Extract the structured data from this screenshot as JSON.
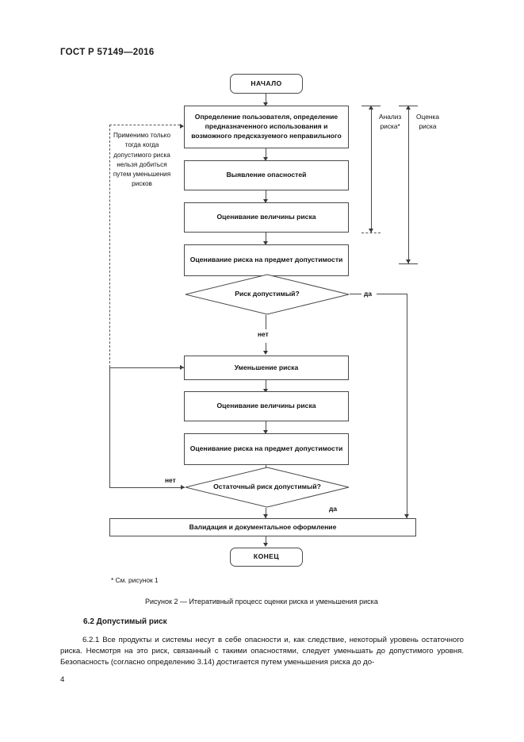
{
  "document": {
    "standard_header": "ГОСТ Р 57149—2016",
    "page_number": "4"
  },
  "figure": {
    "caption": "Рисунок  2 — Итеративный процесс оценки риска и уменьшения риска",
    "footnote": "* См. рисунок 1",
    "nodes": {
      "start": "НАЧАЛО",
      "define_user": "Определение пользователя, определение предназначенного использования и возможного предсказуемого неправильного",
      "identify_hazards": "Выявление опасностей",
      "estimate_risk_1": "Оценивание величины риска",
      "evaluate_risk_1": "Оценивание риска на предмет допустимости",
      "decision_1": "Риск допустимый?",
      "reduce_risk": "Уменьшение риска",
      "estimate_risk_2": "Оценивание величины риска",
      "evaluate_risk_2": "Оценивание риска на предмет допустимости",
      "decision_2": "Остаточный риск допустимый?",
      "validation": "Валидация и документальное оформление",
      "end": "КОНЕЦ"
    },
    "edge_labels": {
      "yes_1": "да",
      "no_1": "нет",
      "no_2": "нет",
      "yes_2": "да"
    },
    "brackets": {
      "risk_analysis": "Анализ\nриска*",
      "risk_analysis_line1": "Анализ",
      "risk_analysis_line2": "риска*",
      "risk_assessment_line1": "Оценка",
      "risk_assessment_line2": "риска"
    },
    "side_note": "Применимо только тогда когда допустимого риска нельзя добиться путем уменьшения рисков"
  },
  "body": {
    "section_heading": "6.2  Допустимый риск",
    "paragraph": "6.2.1  Все продукты и системы несут в себе опасности и, как следствие, некоторый уровень остаточного риска. Несмотря на это риск, связанный с такими опасностями, следует уменьшать до допустимого уровня. Безопасность (согласно определению 3.14) достигается путем уменьшения риска до до-"
  },
  "style": {
    "line_color": "#4a4a4a",
    "text_color": "#111111",
    "page_background": "#ffffff"
  }
}
